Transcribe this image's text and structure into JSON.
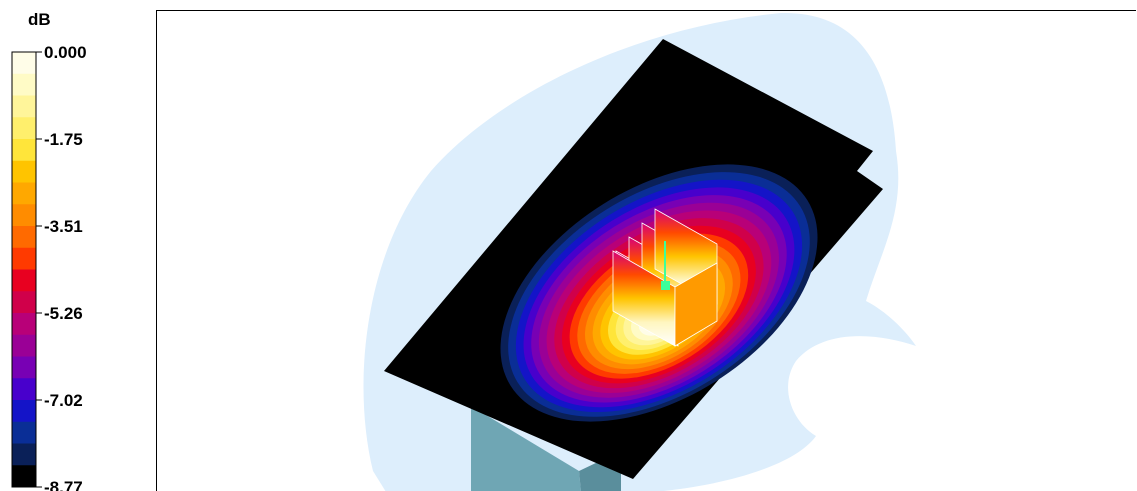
{
  "chart_data": {
    "type": "heatmap",
    "colorbar": {
      "unit": "dB",
      "min": -8.77,
      "max": 0.0,
      "tick_labels": [
        "0.000",
        "-1.75",
        "-3.51",
        "-5.26",
        "-7.02",
        "-8.77"
      ],
      "levels": 20,
      "colors": [
        "#fffde8",
        "#fffbc6",
        "#fff59a",
        "#ffef6c",
        "#ffe53a",
        "#ffc400",
        "#ffa800",
        "#ff8c00",
        "#ff6a00",
        "#ff3a00",
        "#e80020",
        "#d0004a",
        "#b80078",
        "#9a0096",
        "#7800b4",
        "#4800cc",
        "#1414c8",
        "#0a2e96",
        "#0a2058",
        "#000000"
      ]
    },
    "background_region_color": "#ddeefc",
    "plate_color": "#000000",
    "base_color": "#6fa6b4"
  }
}
